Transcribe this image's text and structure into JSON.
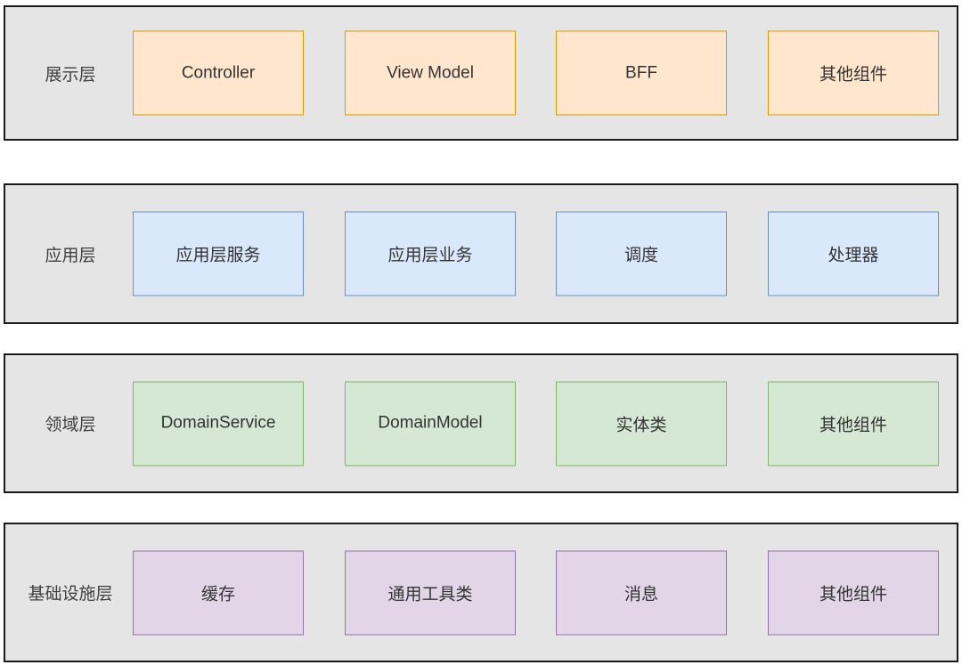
{
  "band_style": {
    "fill": "#e5e5e5",
    "stroke": "#1a1a1a"
  },
  "layers": [
    {
      "label": "展示层",
      "colors": {
        "box_fill": "#ffe6cc",
        "box_stroke": "#d79b00"
      },
      "boxes": [
        "Controller",
        "View Model",
        "BFF",
        "其他组件"
      ]
    },
    {
      "label": "应用层",
      "colors": {
        "box_fill": "#dae8fc",
        "box_stroke": "#6c8ebf"
      },
      "boxes": [
        "应用层服务",
        "应用层业务",
        "调度",
        "处理器"
      ]
    },
    {
      "label": "领域层",
      "colors": {
        "box_fill": "#d5e8d4",
        "box_stroke": "#82b366"
      },
      "boxes": [
        "DomainService",
        "DomainModel",
        "实体类",
        "其他组件"
      ]
    },
    {
      "label": "基础设施层",
      "colors": {
        "box_fill": "#e1d5e7",
        "box_stroke": "#9673a6"
      },
      "boxes": [
        "缓存",
        "通用工具类",
        "消息",
        "其他组件"
      ]
    }
  ]
}
